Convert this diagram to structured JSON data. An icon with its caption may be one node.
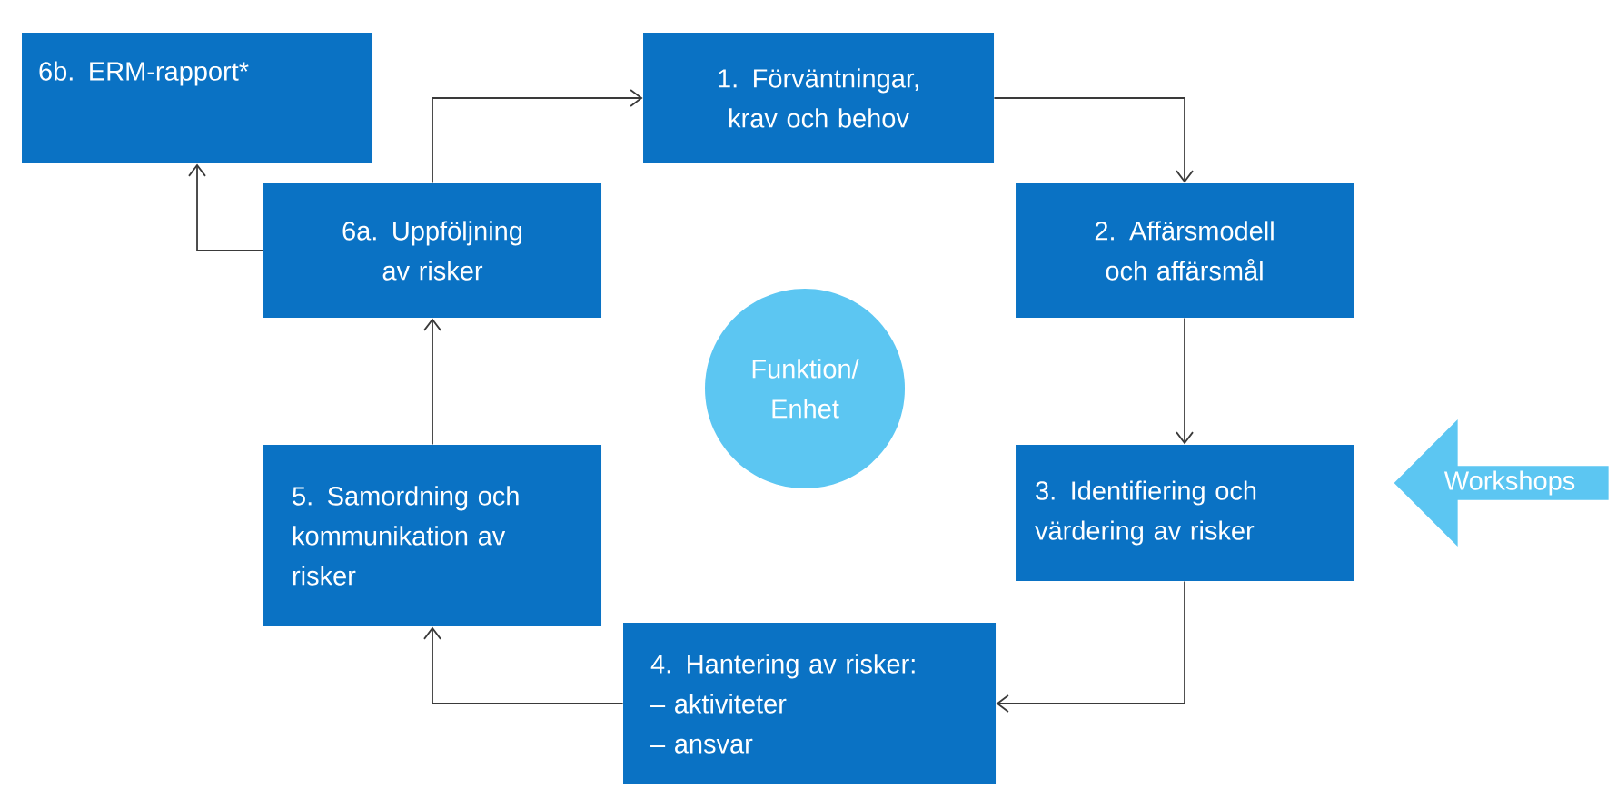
{
  "diagram": {
    "nodes": [
      {
        "text": [
          "6b. ERM-rapport*"
        ]
      },
      {
        "text": [
          "1. Förväntningar, krav och behov"
        ]
      },
      {
        "text": [
          "6a. Uppföljning av risker"
        ]
      },
      {
        "text": [
          "2. Affärsmodell och affärsmål"
        ]
      },
      {
        "text": [
          "Funktion/ Enhet"
        ]
      },
      {
        "text": [
          "5. Samordning och kommunikation av risker"
        ]
      },
      {
        "text": [
          "3. Identifiering och värdering av risker"
        ]
      },
      {
        "text": [
          "Workshops"
        ]
      },
      {
        "text": [
          "4. Hantering av risker:",
          "– aktiviteter",
          "– ansvar"
        ]
      }
    ],
    "edges": [
      {
        "from": 2,
        "to": 1,
        "arrow": "to"
      },
      {
        "from": 1,
        "to": 3,
        "arrow": "to"
      },
      {
        "from": 3,
        "to": 6,
        "arrow": "to"
      },
      {
        "from": 6,
        "to": 8,
        "arrow": "to"
      },
      {
        "from": 8,
        "to": 5,
        "arrow": "to"
      },
      {
        "from": 5,
        "to": 2,
        "arrow": "to"
      },
      {
        "from": 2,
        "to": 0,
        "arrow": "to"
      }
    ]
  }
}
